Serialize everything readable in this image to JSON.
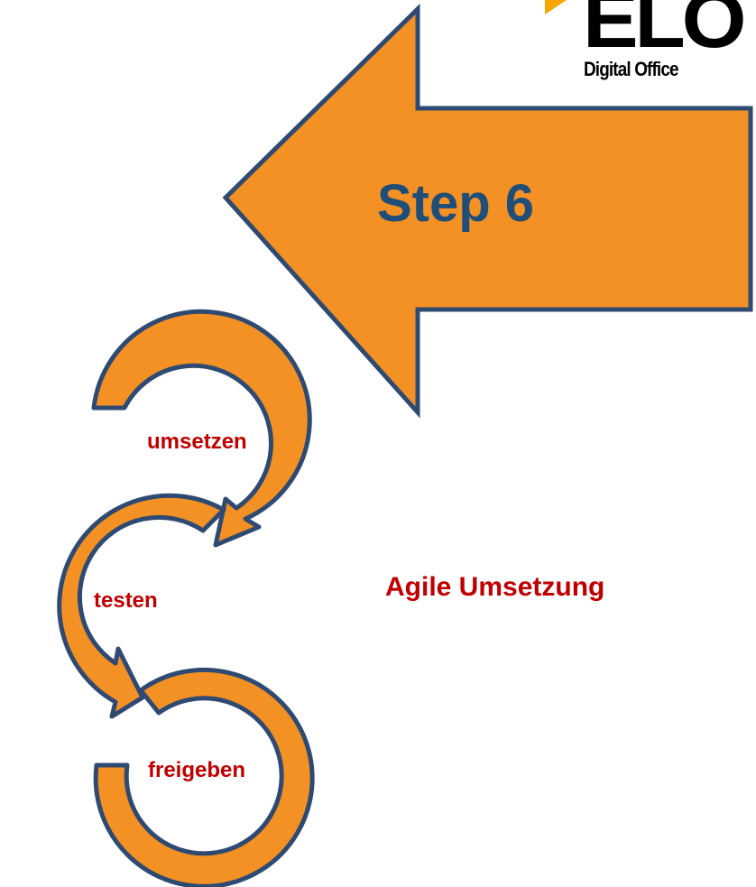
{
  "logo": {
    "brand": "ELO",
    "tagline": "Digital Office",
    "accent_color": "#f7a600"
  },
  "step": {
    "label": "Step 6",
    "arrow_color": "#f39124",
    "border_color": "#2e4a72",
    "text_color": "#1f4e79"
  },
  "cycle": {
    "steps": [
      {
        "label": "umsetzen"
      },
      {
        "label": "testen"
      },
      {
        "label": "freigeben"
      }
    ],
    "text_color": "#c00000"
  },
  "caption": {
    "label": "Agile Umsetzung"
  }
}
